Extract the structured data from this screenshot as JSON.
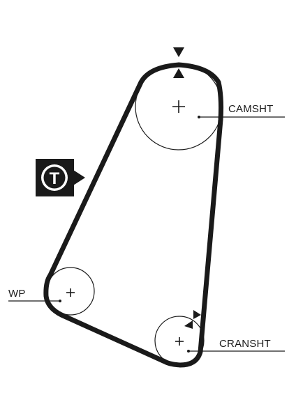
{
  "labels": {
    "camshaft": "CAMSHT",
    "water_pump": "WP",
    "crankshaft": "CRANSHT",
    "tensioner": "T"
  },
  "icons": {
    "timing_marks": "triangle-marker-icon",
    "tensioner_badge": "tensioner-badge-icon"
  },
  "colors": {
    "line": "#1a1a1a",
    "background": "#ffffff"
  }
}
